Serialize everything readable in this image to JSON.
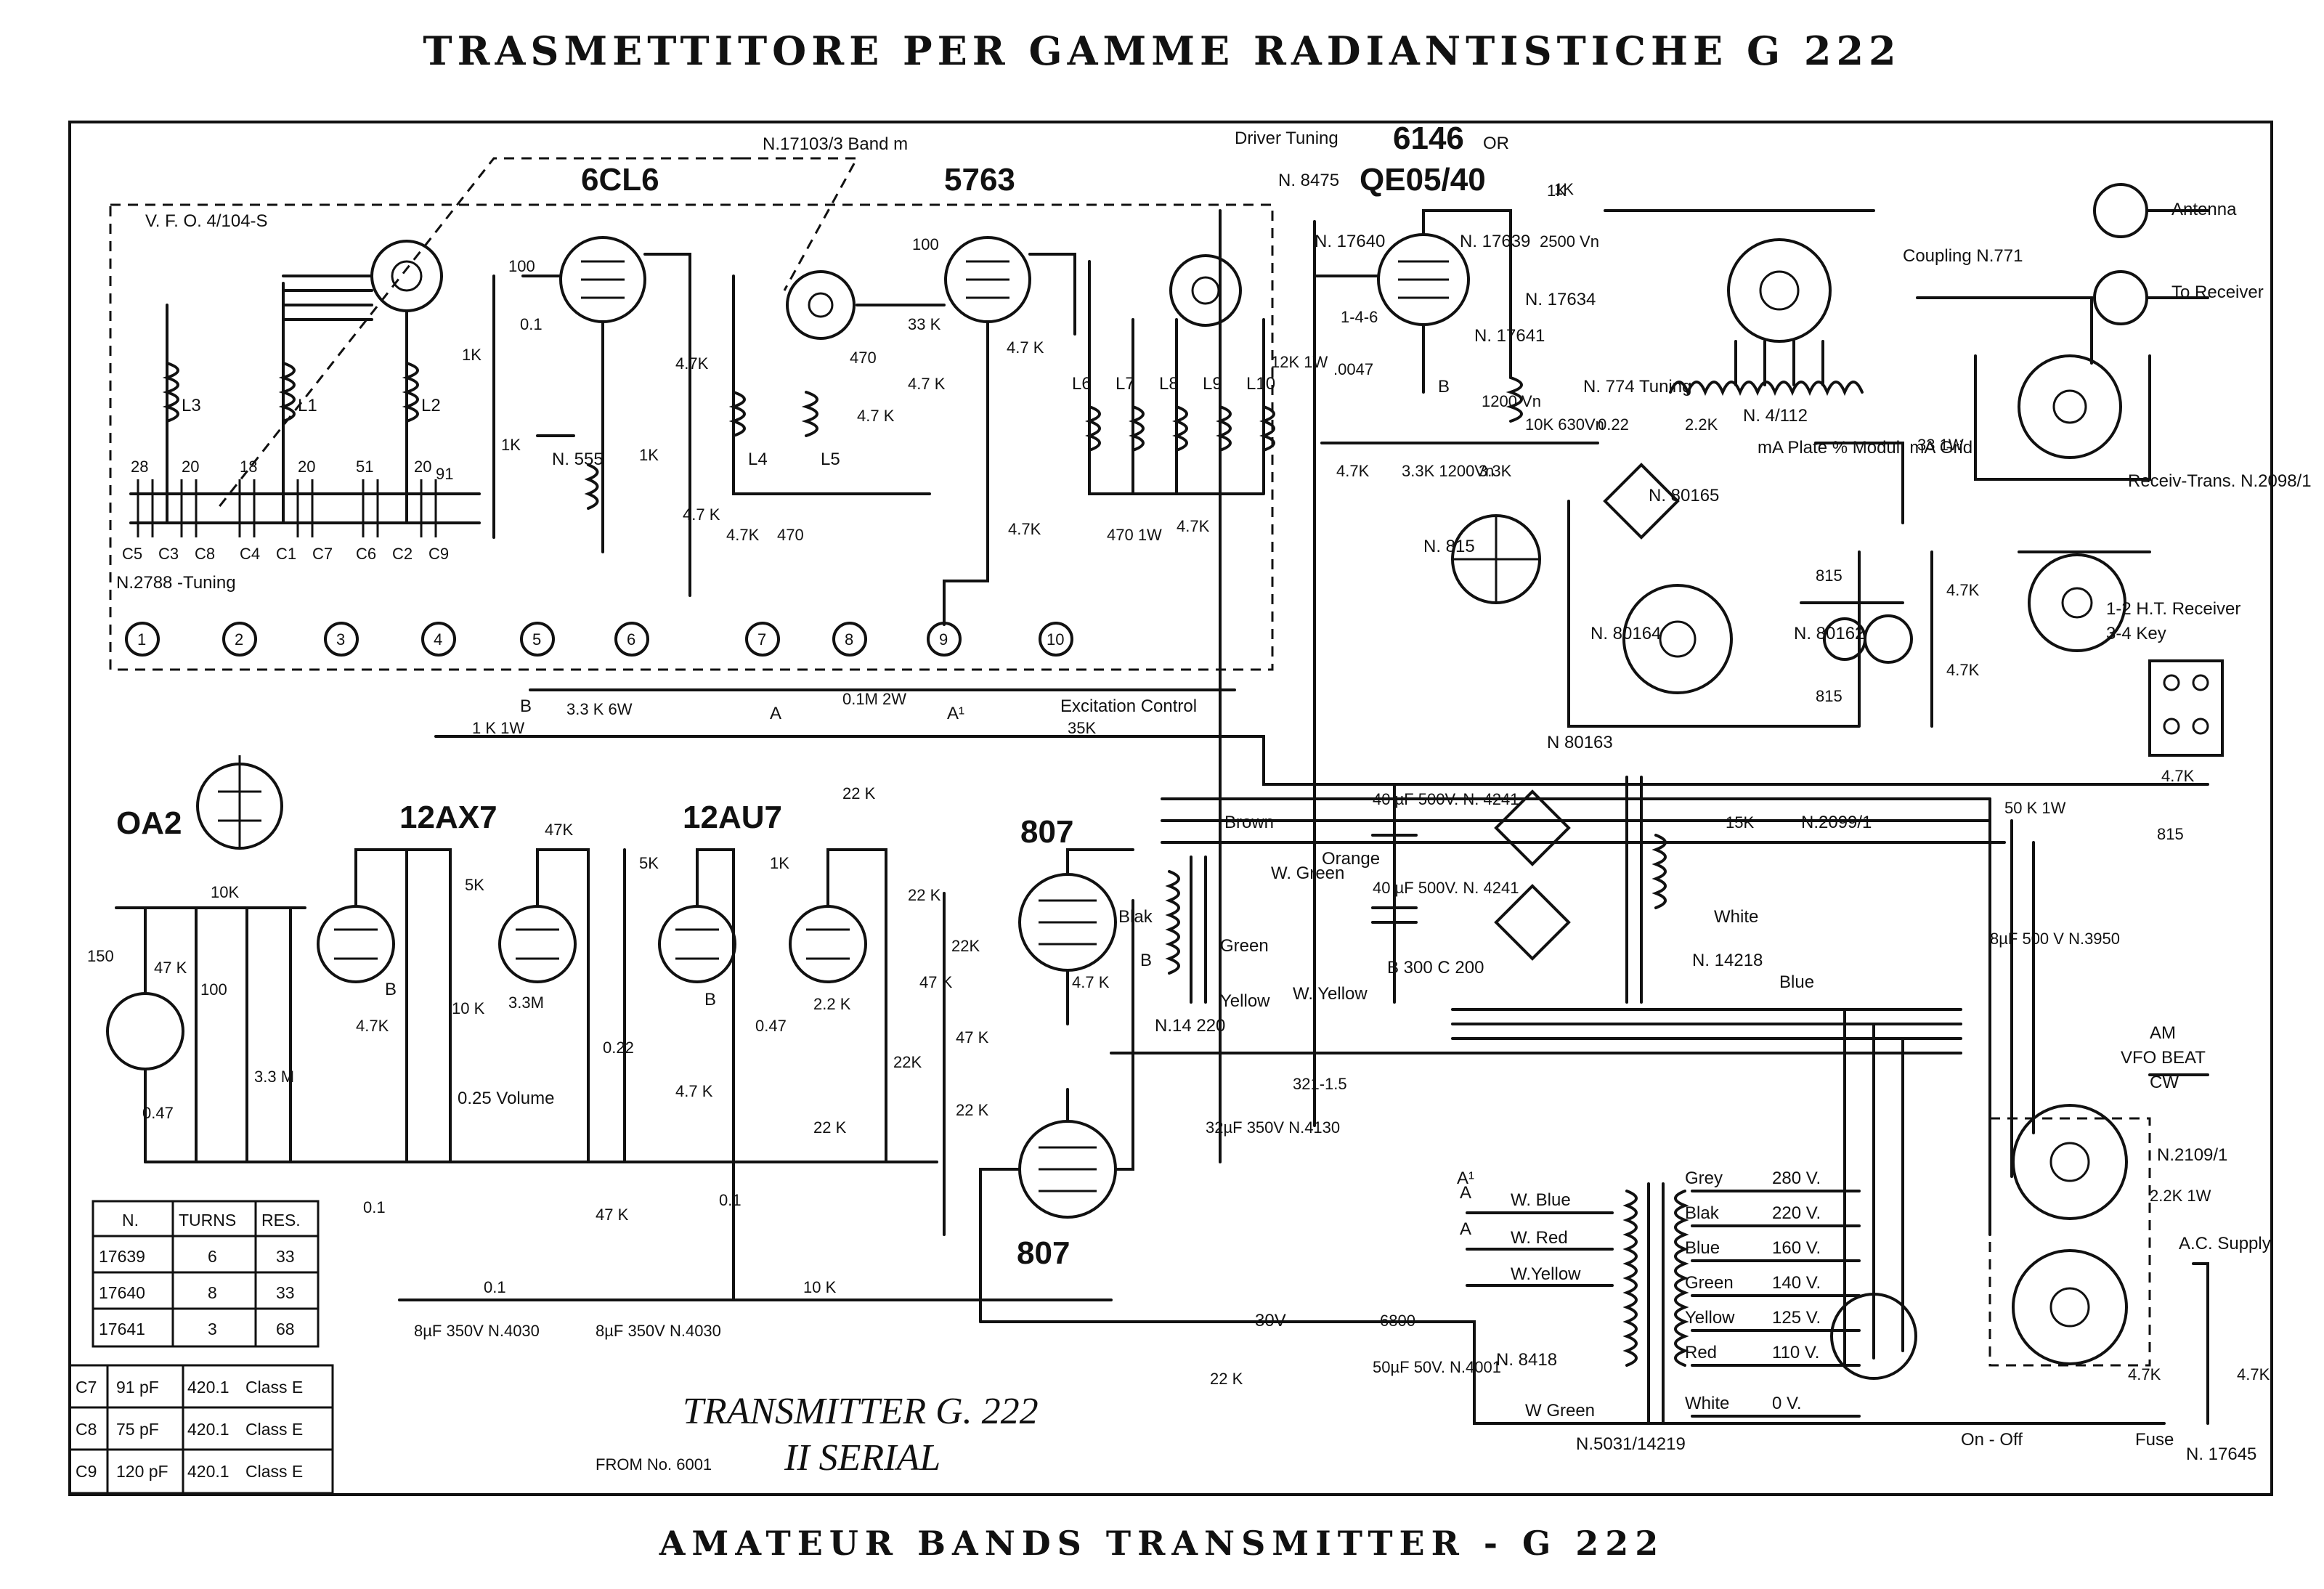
{
  "title_top": "TRASMETTITORE PER GAMME RADIANTISTICHE G 222",
  "title_bottom": "AMATEUR BANDS TRANSMITTER - G 222",
  "tubes": {
    "vfo": "6CL6",
    "buffer": "5763",
    "final": "6146",
    "final_or": "OR",
    "final_alt": "QE05/40",
    "regulator": "OA2",
    "mic_amp": "12AX7",
    "driver": "12AU7",
    "mod_top": "807",
    "mod_bottom": "807"
  },
  "labels": {
    "vfo": "V. F. O. 4/104-S",
    "band_switch": "N.17103/3  Band m",
    "driver_tuning": "Driver Tuning",
    "n8475": "N. 8475",
    "tuning_cap": "N.2788 -Tuning",
    "n555": "N. 555",
    "n17640": "N. 17640",
    "n17639": "N. 17639",
    "n17641": "N. 17641",
    "n17634": "N. 17634",
    "n774": "N. 774 Tuning",
    "n4112": "N. 4/112",
    "coupling": "Coupling N.771",
    "antenna": "Antenna",
    "to_receiver": "To Receiver",
    "receiv_trans": "Receiv-Trans. N.2098/1",
    "ht_receiver": "1-2 H.T. Receiver",
    "key": "3-4 Key",
    "meter_switch": "mA Plate % Modul. mA Grid",
    "n80165": "N. 80165",
    "n80164": "N. 80164",
    "n80162": "N. 80162",
    "n80163": "N 80163",
    "n815a": "N. 815",
    "excitation": "Excitation Control",
    "n2099": "N.2099/1",
    "am_vfo_cw": [
      "AM",
      "VFO BEAT",
      "CW"
    ],
    "n2109": "N.2109/1",
    "ac_supply": "A.C. Supply",
    "fuse": "Fuse",
    "n17645": "N. 17645",
    "on_off": "On - Off",
    "n5031": "N.5031/14219",
    "w_green": "W Green",
    "n8418": "N. 8418",
    "n14218": "N. 14218",
    "n14220": "N.14 220",
    "b300": "B 300 C 200",
    "brown": "Brown",
    "w_green_v": "W. Green",
    "orange": "Orange",
    "blak": "Blak",
    "green": "Green",
    "yellow": "Yellow",
    "w_yellow": "W. Yellow",
    "white": "White",
    "blue": "Blue",
    "volume": "0.25 Volume",
    "from": "FROM No. 6001",
    "transmitter": "TRANSMITTER G. 222",
    "serial": "II SERIAL"
  },
  "taps": [
    {
      "color": "Grey",
      "volt": "280 V."
    },
    {
      "color": "Blak",
      "volt": "220 V."
    },
    {
      "color": "Blue",
      "volt": "160 V."
    },
    {
      "color": "Green",
      "volt": "140 V."
    },
    {
      "color": "Yellow",
      "volt": "125 V."
    },
    {
      "color": "Red",
      "volt": "110 V."
    },
    {
      "color": "White",
      "volt": "0 V."
    }
  ],
  "leads": [
    "W. Blue",
    "W. Red",
    "W.Yellow"
  ],
  "caps": {
    "c40a": "40 µF 500V. N. 4241",
    "c40b": "40 µF 500V. N. 4241",
    "c8a": "8µF 500 V N.3950",
    "c32": "32µF 350V N.4130",
    "c8b": "8µF 350V N.4030",
    "c8c": "8µF 350V N.4030",
    "c50": "50µF 50V. N.4001",
    "l321": "321-1.5",
    "m30": "-30V",
    "r6800": "6800"
  },
  "coils": [
    "L3",
    "L1",
    "L2",
    "L4",
    "L5",
    "L6",
    "L7",
    "L8",
    "L9",
    "L10"
  ],
  "trimmers": [
    "28",
    "20",
    "18",
    "20",
    "51",
    "20",
    "91"
  ],
  "trim_caps": [
    "C5",
    "C3",
    "C8",
    "C4",
    "C1",
    "C7",
    "C6",
    "C2",
    "C9"
  ],
  "values": {
    "r1": "100",
    "r2": "0.1",
    "r3": "1K",
    "r4": "1K",
    "r5": "4.7K",
    "r6": "100",
    "r7": "470",
    "r8": "4.7K",
    "r9": "33 K",
    "r10": "4.7 K",
    "r11": "4.7 K",
    "r12": "4.7 K",
    "r13": "470",
    "r14": "1K",
    "r15": "4.7 K",
    "r16": "470 1W",
    "r17": "4.7K",
    "r18": "4.7K",
    "r19": "12K 1W",
    "r20": ".0047",
    "r21": "1K",
    "r22": "2500 Vn",
    "r23": "4.7K",
    "r24": "3.3K 1200Vn",
    "r25": "1200 Vn",
    "r26": "3.3K",
    "r27": "10K 630Vn",
    "r28": "0.22",
    "r29": "2.2K",
    "r30": "33 1W",
    "r31": "815",
    "r32": "4.7K",
    "r33": "4.7K",
    "r34": "815",
    "r35": "4.7K",
    "r36": "815",
    "r37": "50 K 1W",
    "r38": "15K",
    "r39": "2.2K 1W",
    "r40": "4.7K",
    "r41": "4.7K",
    "r42": "1 K 1W",
    "r43": "3.3 K 6W",
    "r44": "0.1M 2W",
    "r45": "35K",
    "r46": "22 K",
    "r47": "150",
    "r48": "47 K",
    "r49": "0.47",
    "r50": "10K",
    "r51": "100",
    "r52": "3.3 M",
    "r53": "4.7K",
    "r54": "5K",
    "r55": "47K",
    "r56": "10 K",
    "r57": "3.3M",
    "r58": "5K",
    "r59": "0.22",
    "r60": "4.7 K",
    "r61": "1K",
    "r62": "0.47",
    "r63": "2.2 K",
    "r64": "22 K",
    "r65": "0.1",
    "r66": "22 K",
    "r67": "22K",
    "r68": "47 K",
    "r69": "47 K",
    "r70": "22 K",
    "r71": "22K",
    "r72": "4.7 K",
    "r73": "0.1",
    "r74": "47 K",
    "r75": "0.1",
    "r76": "10 K",
    "r77": "22 K",
    "r78": "1-4-6",
    "r79": "1K"
  },
  "pins": [
    "1",
    "2",
    "3",
    "4",
    "5",
    "6",
    "7",
    "8",
    "9",
    "10"
  ],
  "bus_labels": [
    "A",
    "A",
    "B",
    "B",
    "B",
    "B",
    "A¹",
    "A¹",
    "A",
    "B"
  ],
  "table_turns": {
    "headers": [
      "N.",
      "TURNS",
      "RES."
    ],
    "rows": [
      [
        "17639",
        "6",
        "33"
      ],
      [
        "17640",
        "8",
        "33"
      ],
      [
        "17641",
        "3",
        "68"
      ]
    ]
  },
  "table_caps": {
    "rows": [
      [
        "C7",
        "91 pF",
        "420.1",
        "Class  E"
      ],
      [
        "C8",
        "75 pF",
        "420.1",
        "Class  E"
      ],
      [
        "C9",
        "120 pF",
        "420.1",
        "Class  E"
      ]
    ]
  }
}
